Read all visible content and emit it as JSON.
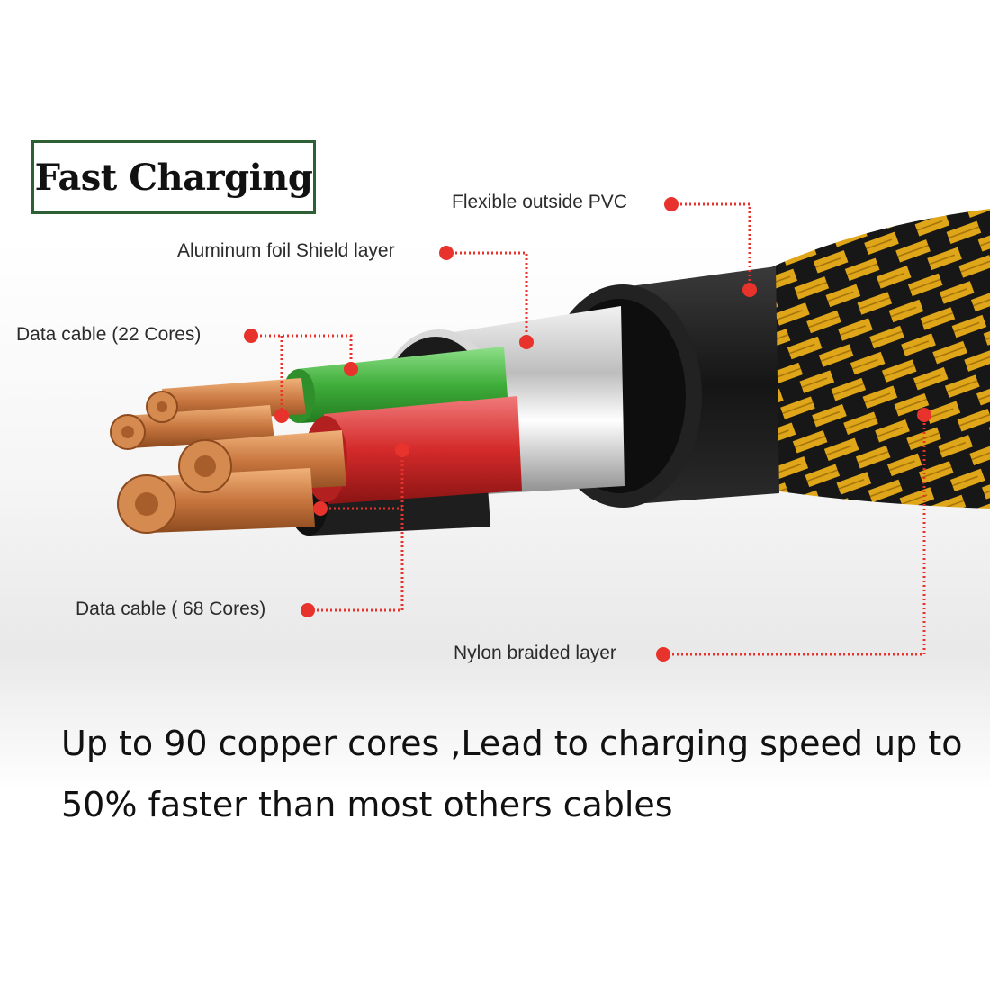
{
  "title": "Fast Charging",
  "labels": {
    "pvc": "Flexible outside PVC",
    "foil": "Aluminum foil Shield layer",
    "data22": "Data cable (22 Cores)",
    "data68": "Data cable ( 68 Cores)",
    "nylon": "Nylon braided layer"
  },
  "caption": {
    "line1": "Up to 90 copper cores ,Lead to charging speed up to",
    "line2": "50% faster than most others cables"
  },
  "colors": {
    "frame": "#2e5f35",
    "marker": "#e8322c",
    "copper": "#c8763f",
    "green_insulation": "#3fae3a",
    "red_insulation": "#d42a2a",
    "braid_yellow": "#f2b51c",
    "jacket": "#1c1c1c"
  }
}
